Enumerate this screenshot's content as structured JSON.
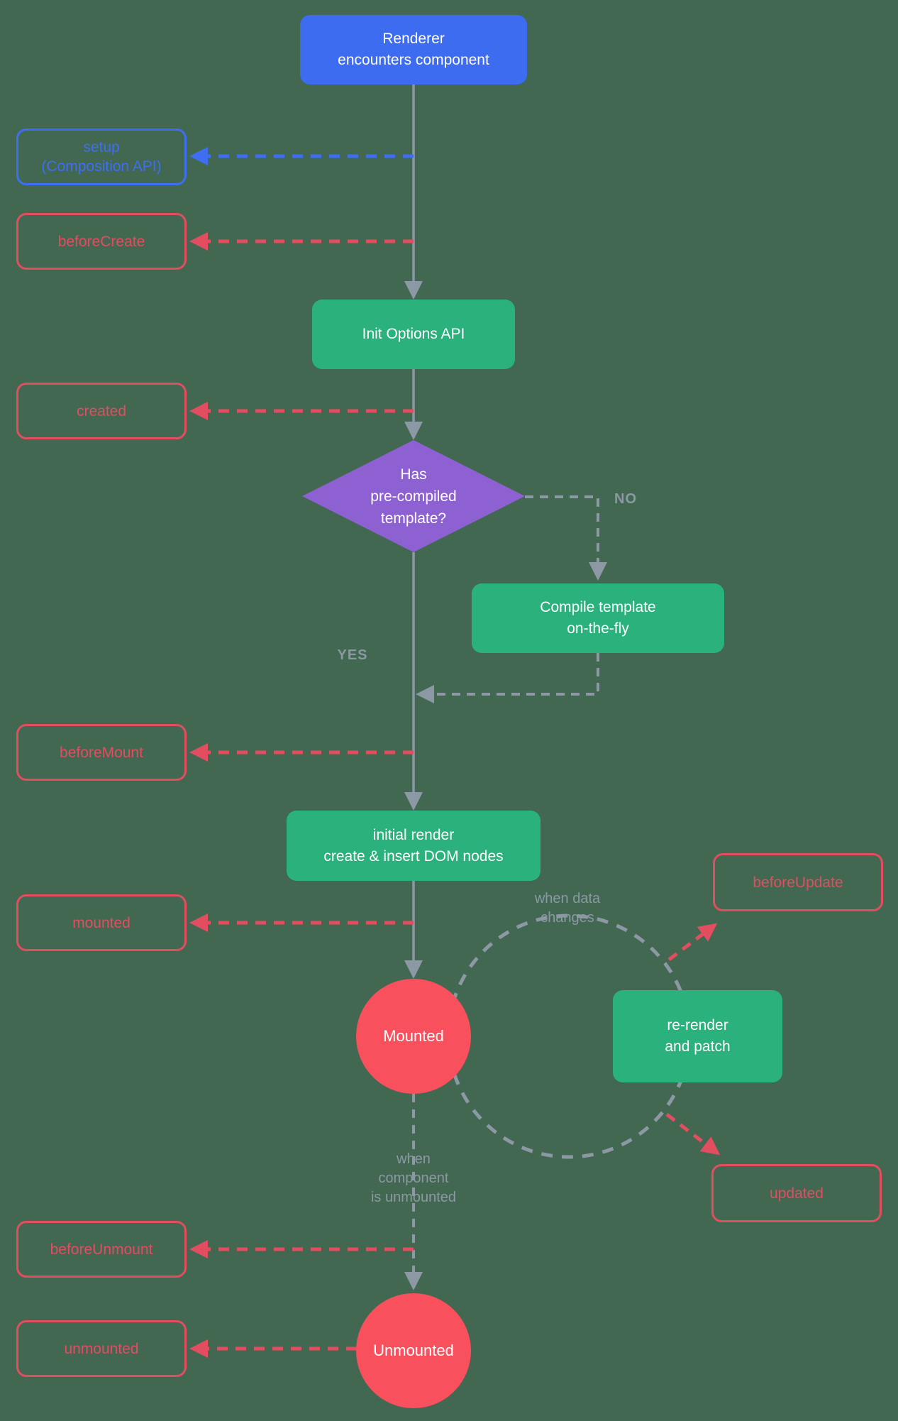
{
  "diagram_title": "Vue component lifecycle flowchart",
  "colors": {
    "background": "#426851",
    "blue_fill": "#3d6cf0",
    "blue_outline": "#3e6ef2",
    "green_fill": "#2bb17c",
    "purple_fill": "#8d61d2",
    "red_fill": "#f9505e",
    "red_outline": "#e24d60",
    "gray_line": "#8c98a4",
    "white_text": "#ffffff"
  },
  "nodes": {
    "renderer": {
      "lines": [
        "Renderer",
        "encounters component"
      ]
    },
    "setup": {
      "lines": [
        "setup",
        "(Composition API)"
      ]
    },
    "before_create": {
      "label": "beforeCreate"
    },
    "init_options": {
      "label": "Init Options API"
    },
    "created": {
      "label": "created"
    },
    "template_check": {
      "lines": [
        "Has",
        "pre-compiled",
        "template?"
      ]
    },
    "compile": {
      "lines": [
        "Compile template",
        "on-the-fly"
      ]
    },
    "before_mount": {
      "label": "beforeMount"
    },
    "initial_render": {
      "lines": [
        "initial render",
        "create & insert DOM nodes"
      ]
    },
    "mounted_hook": {
      "label": "mounted"
    },
    "mounted_state": {
      "label": "Mounted"
    },
    "before_update": {
      "label": "beforeUpdate"
    },
    "re_render": {
      "lines": [
        "re-render",
        "and patch"
      ]
    },
    "updated": {
      "label": "updated"
    },
    "before_unmount": {
      "label": "beforeUnmount"
    },
    "unmounted_state": {
      "label": "Unmounted"
    },
    "unmounted_hook": {
      "label": "unmounted"
    }
  },
  "labels": {
    "no": "NO",
    "yes": "YES",
    "when_data_changes": [
      "when data",
      "changes"
    ],
    "when_unmounted": [
      "when",
      "component",
      "is unmounted"
    ]
  }
}
